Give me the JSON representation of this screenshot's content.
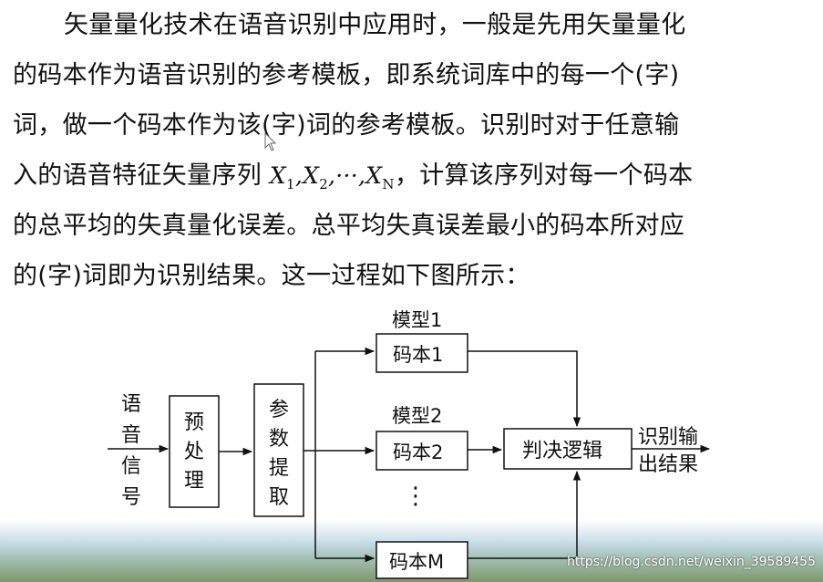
{
  "paragraph": {
    "line1": "矢量量化技术在语音识别中应用时，一般是先用矢量量化",
    "line2": "的码本作为语音识别的参考模板，即系统词库中的每一个(字)",
    "line3": "词，做一个码本作为该(字)词的参考模板。识别时对于任意输",
    "line4_a": "入的语音特征矢量序列",
    "line4_b": "，计算该序列对每一个码本",
    "line5": "的总平均的失真量化误差。总平均失真误差最小的码本所对应",
    "line6": "的(字)词即为识别结果。这一过程如下图所示："
  },
  "formula": {
    "x": "X",
    "sub1": "1",
    "sub2": "2",
    "subN": "N",
    "comma": ",",
    "ellipsis": "···"
  },
  "diagram": {
    "input_label": [
      "语",
      "音",
      "信",
      "号"
    ],
    "preprocess": [
      "预",
      "处",
      "理"
    ],
    "feature": [
      "参",
      "数",
      "提",
      "取"
    ],
    "model1_label": "模型1",
    "codebook1": "码本1",
    "model2_label": "模型2",
    "codebook2": "码本2",
    "dots": "⋮",
    "codebookM": "码本M",
    "decision": "判决逻辑",
    "output_line1": "识别输",
    "output_line2": "出结果"
  },
  "watermark": "https://blog.csdn.net/weixin_39589455"
}
